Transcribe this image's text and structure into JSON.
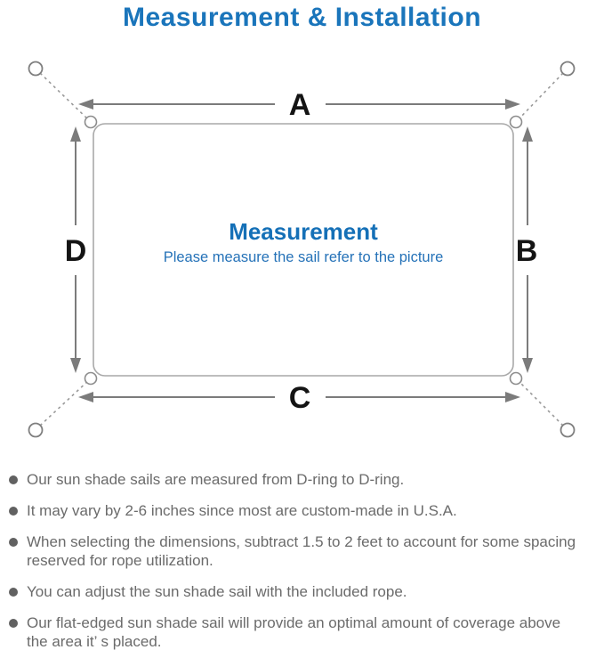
{
  "header": {
    "title": "Measurement & Installation"
  },
  "diagram": {
    "side_labels": {
      "top": "A",
      "right": "B",
      "bottom": "C",
      "left": "D"
    },
    "center": {
      "heading": "Measurement",
      "caption": "Please measure the sail refer to the picture"
    },
    "icons": {
      "anchor_ring": "small outlined circle (wall/post anchor point)",
      "d_ring": "small outlined circle on each sail corner",
      "rope": "dashed diagonal line from D-ring to anchor",
      "measure_arrow": "double-headed gray arrow",
      "bullet": "filled gray circle"
    }
  },
  "notes": [
    "Our sun shade sails are measured from D-ring to D-ring.",
    "It may vary by 2-6 inches since most are custom-made in U.S.A.",
    "When selecting the dimensions, subtract 1.5 to 2 feet to account for some spacing\nreserved for rope utilization.",
    "You can adjust the sun shade sail with the included rope.",
    "Our flat-edged sun shade sail will provide an optimal amount of coverage above\nthe area it’ s placed."
  ],
  "colors": {
    "accent_blue": "#1a75bb",
    "center_blue": "#1570b7",
    "caption_blue": "#2572b8",
    "note_text_gray": "#6b6b6b",
    "bullet_gray": "#616161",
    "sail_outline_gray": "#a9a9a9",
    "arrow_gray": "#7b7b7b",
    "label_black": "#141414"
  }
}
